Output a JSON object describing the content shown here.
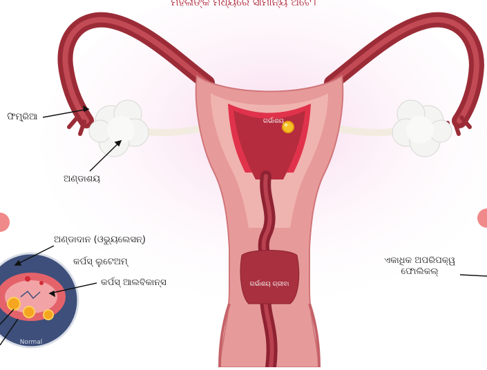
{
  "title": "ମହିଳାଙ୍କ ମଧ୍ୟରେ ସାମାନ୍ୟ ଅଟେ।",
  "labels": {
    "fimbria": "ଫିମ୍ବ୍ରିଆ",
    "ovary": "ଅଣ୍ଡାଶୟ",
    "uterus": "ଗର୍ଭାଶୟ",
    "cervix": "ଗର୍ଭାଶୟ ଗ୍ରୀବା",
    "ovulation": "ଅଣ୍ଡାଦାନ (ଓଭ୍ୟୁଲେସନ୍)",
    "corpus_luteum": "କର୍ପସ୍ ଲୁଟେଅମ୍",
    "corpus_albicans": "କର୍ପସ୍ ଆଲବିକାନ୍ସ",
    "immature_follicles": "ଏକାଧିକ ଅପରିପକ୍ୱ\nଫୋଲିକଲ୍",
    "normal": "Normal"
  },
  "colors": {
    "tube_dark": "#9b2c37",
    "tissue_pink": "#e79a9a",
    "cavity": "#b52c3e",
    "ovary_white": "#f4f4f2",
    "glow": "#f6d0e8",
    "inset_bg": "#3d4f7a",
    "accent": "#f08a8a"
  },
  "icons": [
    "egg-icon"
  ]
}
